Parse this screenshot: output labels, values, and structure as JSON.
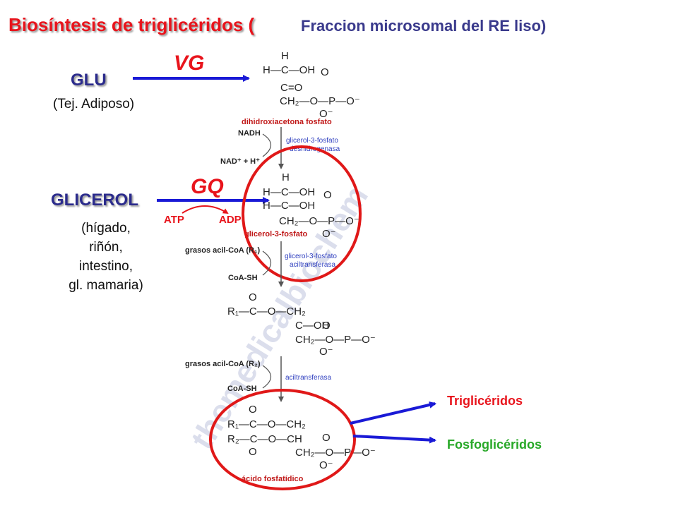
{
  "title": {
    "main": "Biosíntesis de triglicéridos (",
    "sub": "Fraccion microsomal del RE liso)"
  },
  "inputs": {
    "glu": {
      "label": "GLU",
      "tissue": "(Tej. Adiposo)",
      "enzyme": "VG"
    },
    "glicerol": {
      "label": "GLICEROL",
      "tissues": [
        "(hígado,",
        "riñón,",
        "intestino,",
        "gl. mamaria)"
      ],
      "enzyme": "GQ",
      "cofactor_in": "ATP",
      "cofactor_out": "ADP"
    }
  },
  "pathway": {
    "molecule1": {
      "h_top": "H",
      "row1": "H—C—OH",
      "row2": "C=O",
      "row3": "CH₂—O—P—O⁻",
      "o_top": "O",
      "o_bottom": "O⁻",
      "name": "dihidroxiacetona fosfato"
    },
    "step1": {
      "cofactor_in": "NADH",
      "cofactor_out": "NAD⁺ + H⁺",
      "enzyme_line1": "glicerol-3-fosfato",
      "enzyme_line2": "deshidrogenasa"
    },
    "molecule2": {
      "h_top": "H",
      "row1": "H—C—OH",
      "row2": "H—C—OH",
      "row3": "CH₂—O—P—O⁻",
      "o_top": "O",
      "o_bottom": "O⁻",
      "name": "glicerol-3-fosfato"
    },
    "step2": {
      "substrate": "grasos acil-CoA (R₁)",
      "product": "CoA-SH",
      "enzyme_line1": "glicerol-3-fosfato",
      "enzyme_line2": "aciltransferasa"
    },
    "molecule3": {
      "o_top": "O",
      "row1": "R₁—C—O—CH₂",
      "row2": "C—OH",
      "row3": "CH₂—O—P—O⁻",
      "o_p_top": "O",
      "o_bottom": "O⁻"
    },
    "step3": {
      "substrate": "grasos acil-CoA (R₂)",
      "product": "CoA-SH",
      "enzyme": "aciltransferasa"
    },
    "molecule4": {
      "o_top": "O",
      "row1": "R₁—C—O—CH₂",
      "row2": "R₂—C—O—CH",
      "o_mid": "O",
      "row3": "CH₂—O—P—O⁻",
      "o_p_top": "O",
      "o_bottom": "O⁻",
      "name": "ácido fosfatídico"
    }
  },
  "outputs": {
    "triglicerides": "Triglicéridos",
    "phosphoglycerides": "Fosfoglicéridos"
  },
  "watermark": "themedicalbiochem",
  "colors": {
    "title_red": "#e8141c",
    "label_blue": "#2b2b8c",
    "arrow_blue": "#1a1ad6",
    "circle_red": "#e01818",
    "enzyme_blue": "#2f3fbf",
    "name_red": "#c01818",
    "green": "#28a828"
  }
}
